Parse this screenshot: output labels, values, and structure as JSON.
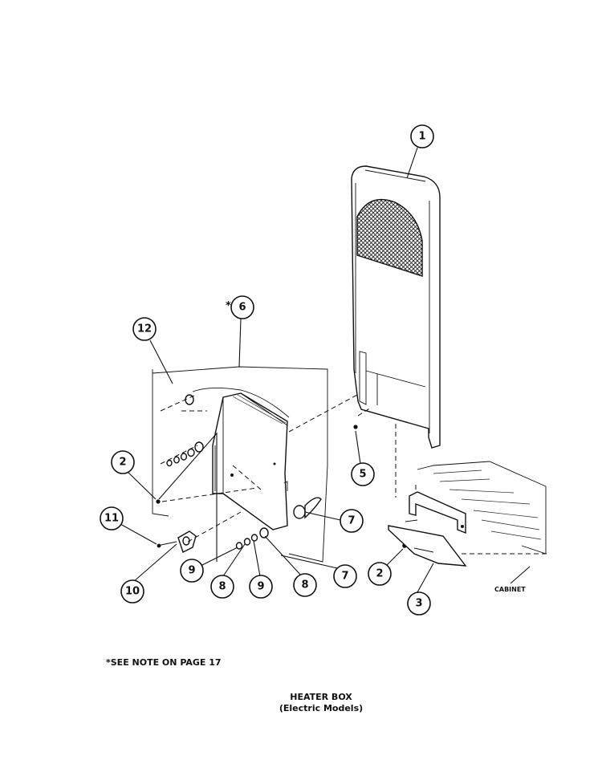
{
  "note": "*SEE NOTE ON PAGE 17",
  "title": "HEATER BOX",
  "subtitle": "(Electric Models)",
  "cabinet_label": "CABINET",
  "asterisk": "*",
  "callouts": {
    "c1": "1",
    "c2a": "2",
    "c2b": "2",
    "c3": "3",
    "c5": "5",
    "c6": "6",
    "c7a": "7",
    "c7b": "7",
    "c8a": "8",
    "c8b": "8",
    "c9a": "9",
    "c9b": "9",
    "c10": "10",
    "c11": "11",
    "c12": "12"
  }
}
